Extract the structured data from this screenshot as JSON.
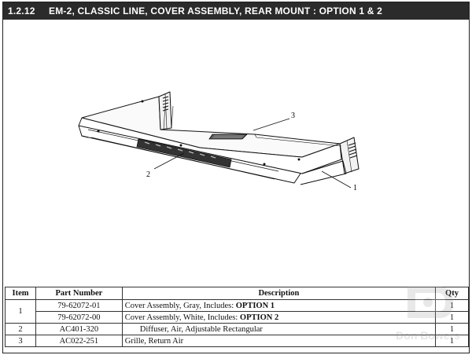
{
  "header": {
    "section": "1.2.12",
    "title": "EM-2, CLASSIC LINE, COVER ASSEMBLY, REAR MOUNT : OPTION 1 & 2"
  },
  "drawing": {
    "callouts": [
      "1",
      "2",
      "3"
    ]
  },
  "table": {
    "columns": [
      "Item",
      "Part Number",
      "Description",
      "Qty"
    ],
    "rows": [
      {
        "item": "1",
        "part": "79-62072-01",
        "desc": "Cover Assembly, Gray, Includes: ",
        "option": "OPTION 1",
        "qty": "1"
      },
      {
        "item": "",
        "part": "79-62072-00",
        "desc": "Cover Assembly, White, Includes: ",
        "option": "OPTION 2",
        "qty": "1"
      },
      {
        "item": "2",
        "part": "AC401-320",
        "desc": "Diffuser, Air, Adjustable Rectangular",
        "option": "",
        "qty": "1"
      },
      {
        "item": "3",
        "part": "AC022-251",
        "desc": "Grille, Return Air",
        "option": "",
        "qty": "1"
      }
    ]
  },
  "watermark": {
    "text": "Don Bowers"
  }
}
